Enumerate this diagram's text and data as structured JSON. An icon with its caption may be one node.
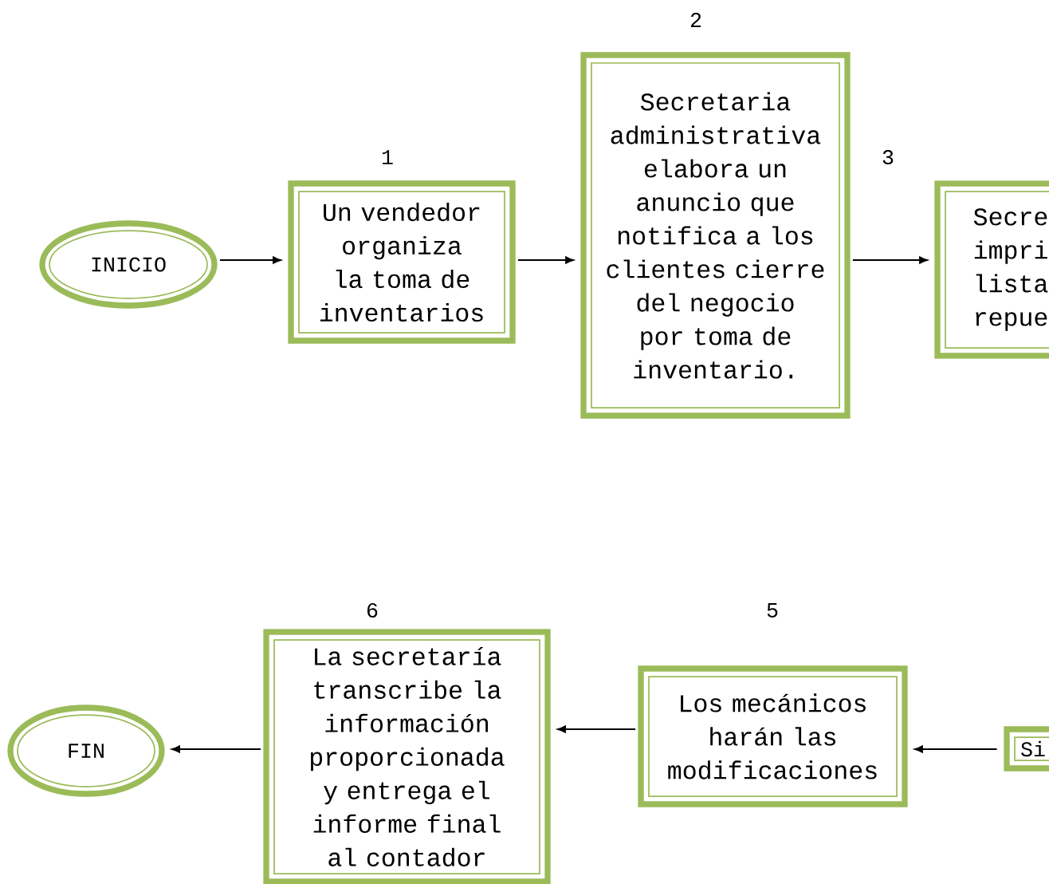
{
  "diagram": {
    "nodes": [
      {
        "text": [
          "INICIO"
        ]
      },
      {
        "text": [
          "Un vendedor organiza la toma de inventarios"
        ],
        "beside": [
          "1"
        ]
      },
      {
        "text": [
          "Secretaria administrativa elabora un anuncio que notifica a los clientes cierre del negocio por toma de inventario."
        ],
        "beside": [
          "2"
        ]
      },
      {
        "text": [
          "Secre impri lista repue"
        ],
        "beside": [
          "3"
        ]
      },
      {
        "text": [
          "Si"
        ]
      },
      {
        "text": [
          "Los mecánicos harán las modificaciones"
        ],
        "beside": [
          "5"
        ]
      },
      {
        "text": [
          "La secretaría transcribe la información proporcionada y entrega el informe final al contador"
        ],
        "beside": [
          "6"
        ]
      },
      {
        "text": [
          "FIN"
        ]
      }
    ],
    "edges": [
      {
        "from": 0,
        "to": 1,
        "arrow": "to"
      },
      {
        "from": 1,
        "to": 2,
        "arrow": "to"
      },
      {
        "from": 2,
        "to": 3,
        "arrow": "to"
      },
      {
        "from": 4,
        "to": 5,
        "arrow": "to"
      },
      {
        "from": 5,
        "to": 6,
        "arrow": "to"
      },
      {
        "from": 6,
        "to": 7,
        "arrow": "to"
      }
    ]
  }
}
